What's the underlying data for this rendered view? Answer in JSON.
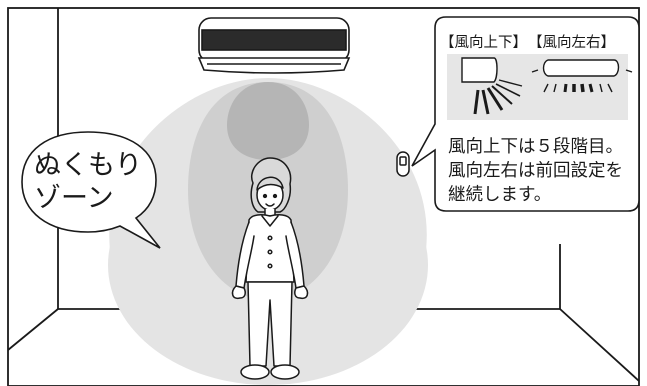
{
  "speech_bubble": {
    "line1": "ぬくもり",
    "line2": "ゾーン"
  },
  "info_panel": {
    "label_vertical": "【風向上下】",
    "label_horizontal": "【風向左右】",
    "description": [
      "風向上下は５段階目。",
      "風向左右は前回設定を",
      "継続します。"
    ]
  },
  "colors": {
    "outer_zone": "#e4e4e4",
    "middle_zone": "#cfcfcf",
    "inner_zone": "#b5b5b5",
    "panel_fill": "#e6e6e6",
    "line": "#1a1a1a"
  },
  "icons": [
    "air-conditioner-icon",
    "remote-control-icon",
    "woman-in-pajamas-icon",
    "airflow-vertical-icon",
    "airflow-horizontal-icon"
  ]
}
